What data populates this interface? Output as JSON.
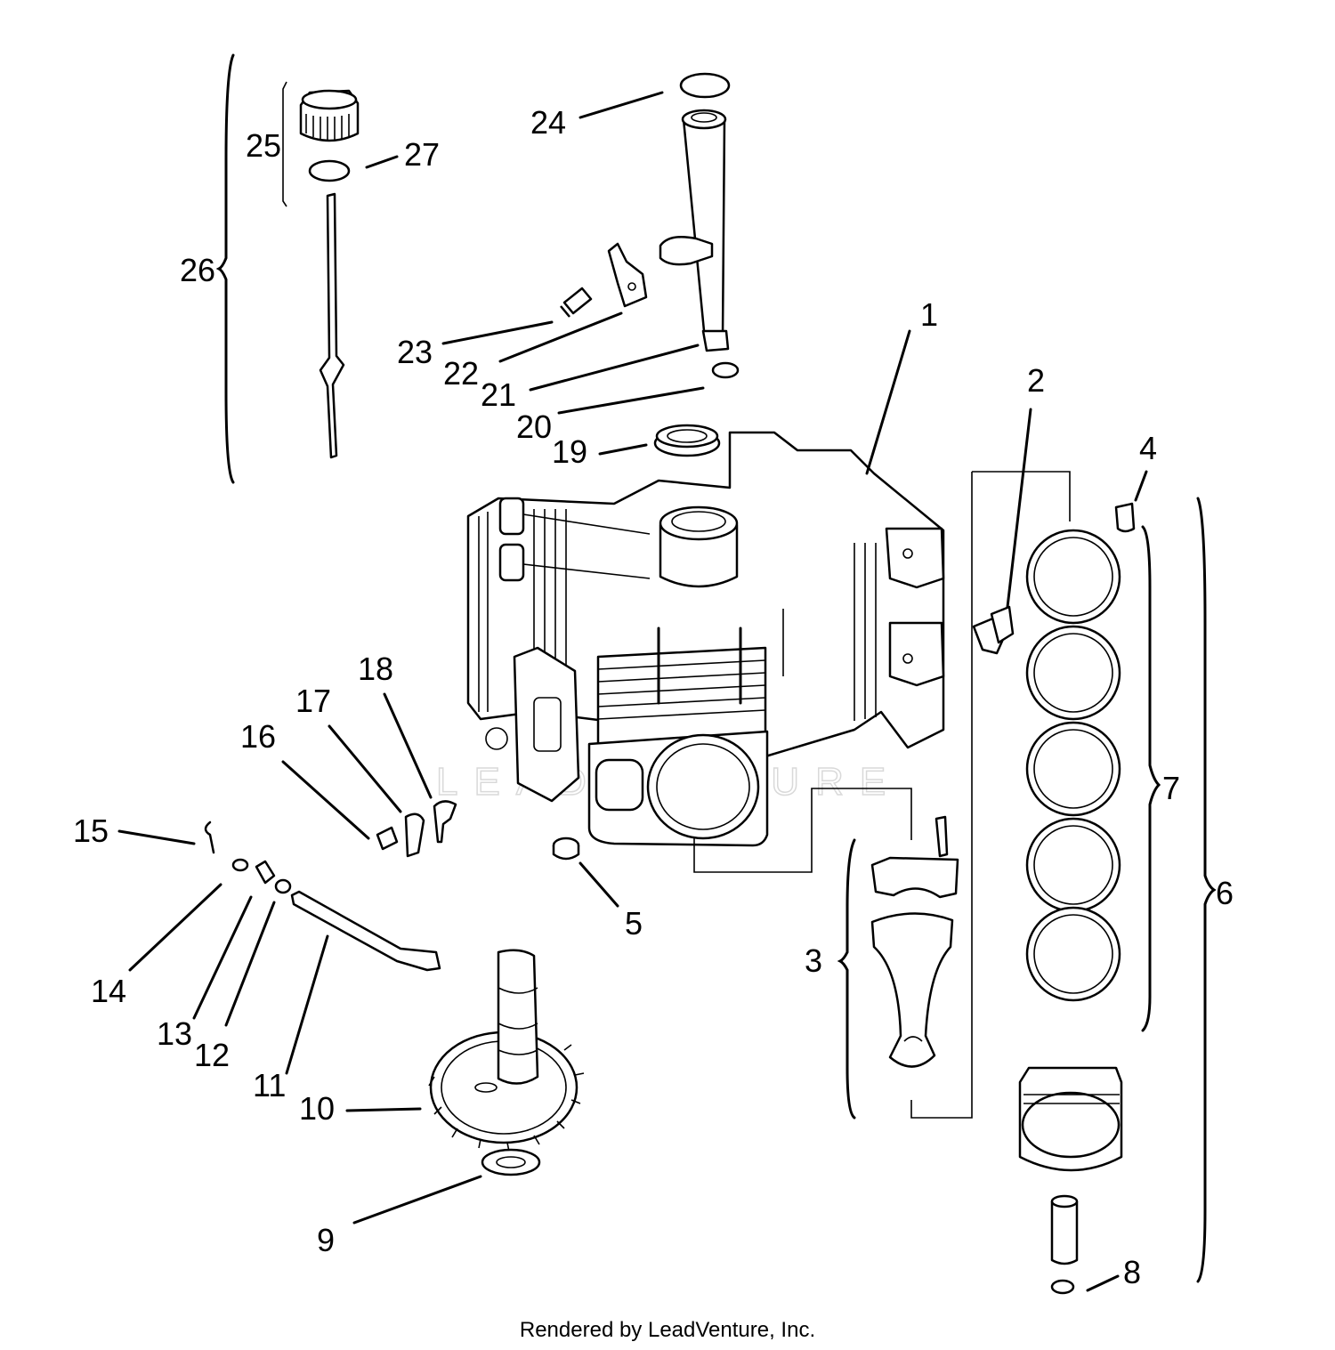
{
  "callouts": [
    "1",
    "2",
    "3",
    "4",
    "5",
    "6",
    "7",
    "8",
    "9",
    "10",
    "11",
    "12",
    "13",
    "14",
    "15",
    "16",
    "17",
    "18",
    "19",
    "20",
    "21",
    "22",
    "23",
    "24",
    "25",
    "26",
    "27"
  ],
  "watermark": "LEADVENTURE",
  "credit": "Rendered by LeadVenture, Inc."
}
